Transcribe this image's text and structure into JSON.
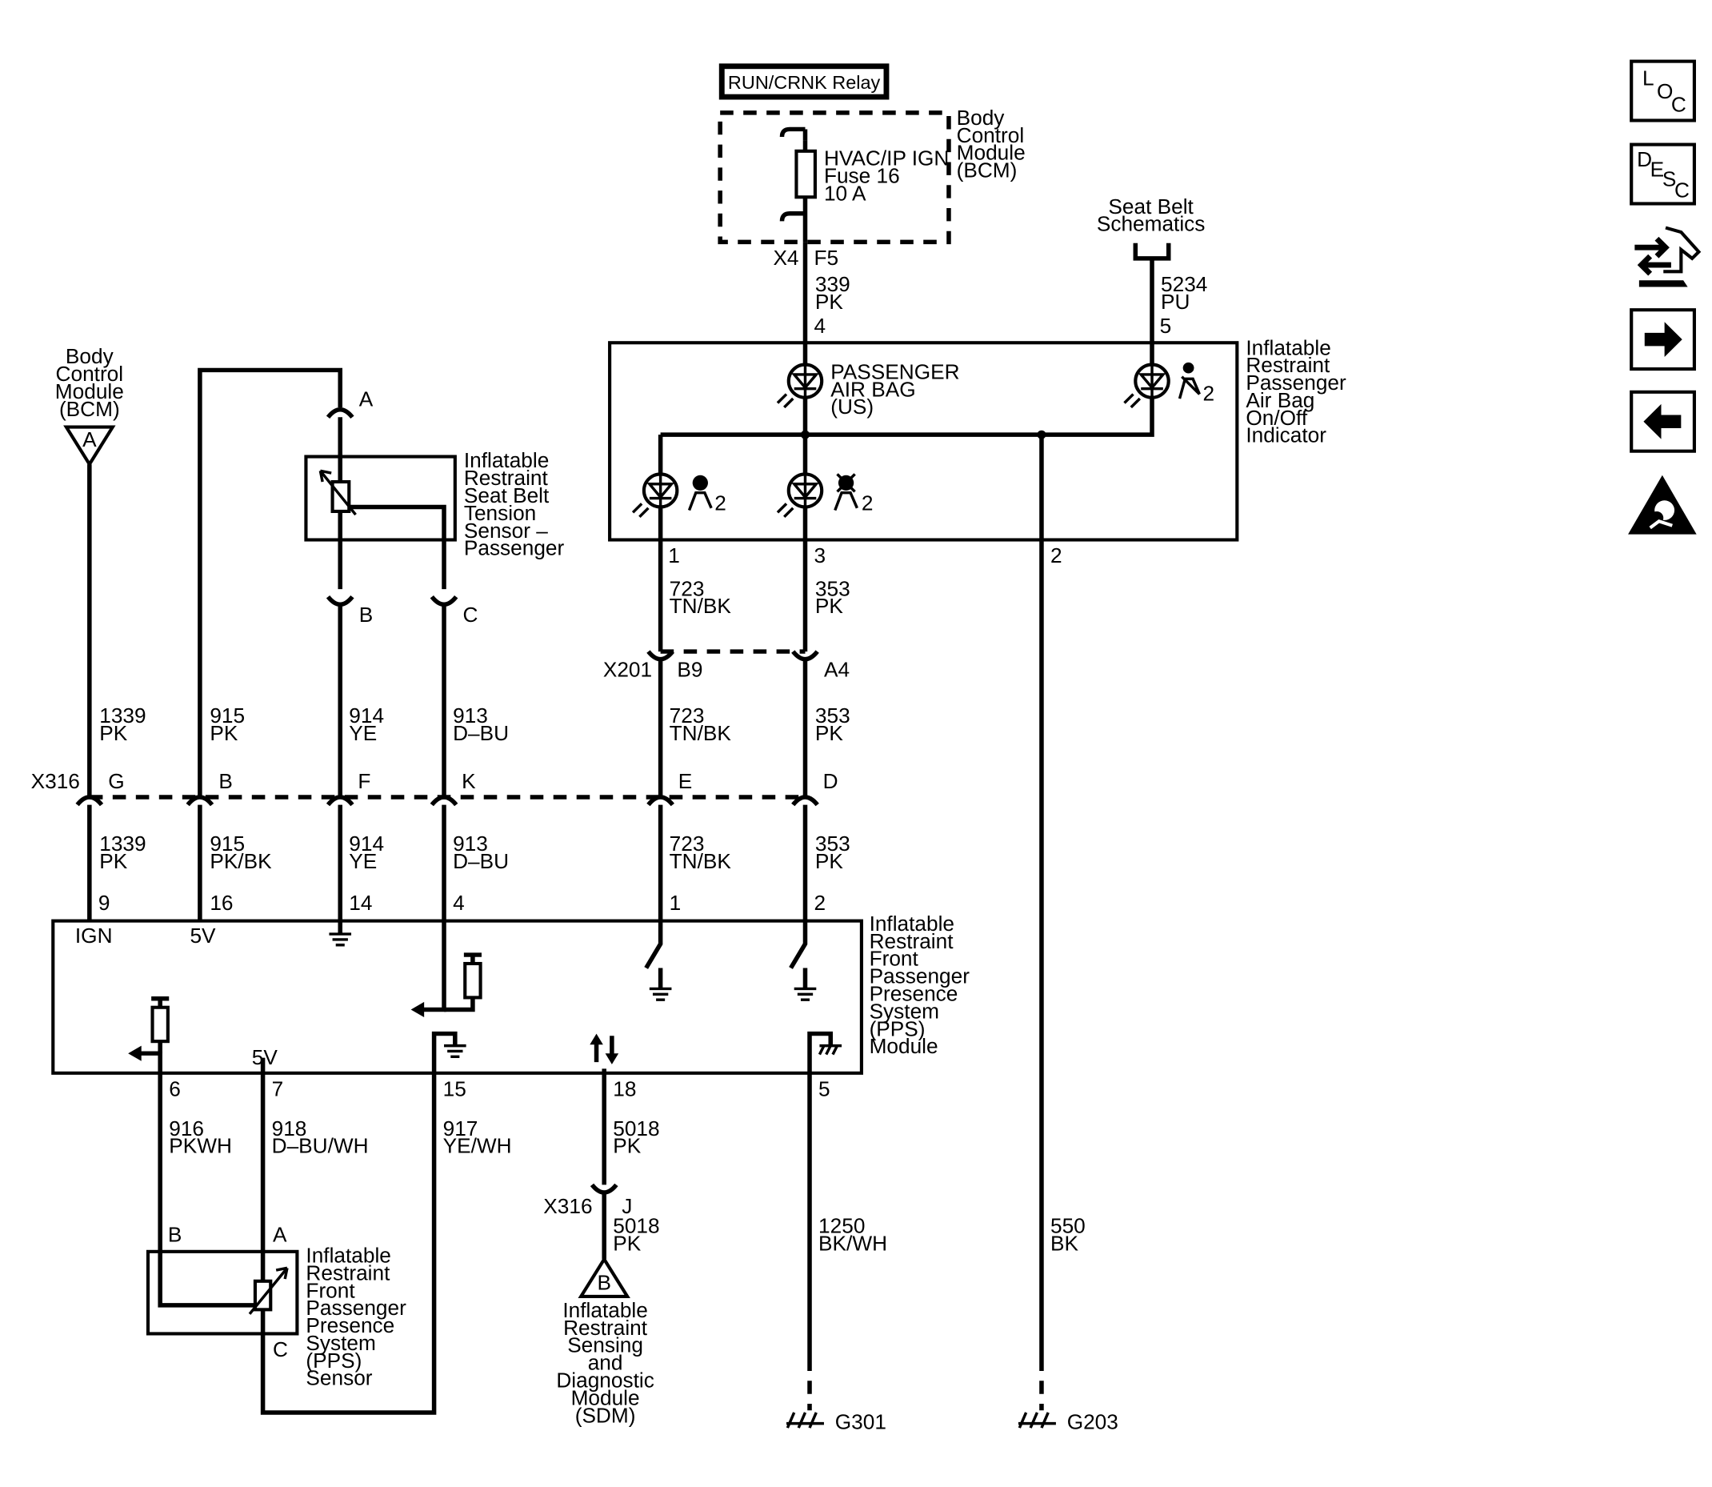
{
  "relay": {
    "label": "RUN/CRNK Relay"
  },
  "bcm_top": {
    "name": [
      "Body",
      "Control",
      "Module",
      "(BCM)"
    ],
    "fuse": [
      "HVAC/IP IGN",
      "Fuse 16",
      "10 A"
    ],
    "connector": "X4",
    "pin": "F5"
  },
  "wires": {
    "w339": [
      "339",
      "PK"
    ],
    "w5234": [
      "5234",
      "PU"
    ],
    "w723a": [
      "723",
      "TN/BK"
    ],
    "w353a": [
      "353",
      "PK"
    ],
    "w723b": [
      "723",
      "TN/BK"
    ],
    "w353b": [
      "353",
      "PK"
    ],
    "w723c": [
      "723",
      "TN/BK"
    ],
    "w353c": [
      "353",
      "PK"
    ],
    "w1339a": [
      "1339",
      "PK"
    ],
    "w915a": [
      "915",
      "PK"
    ],
    "w914a": [
      "914",
      "YE"
    ],
    "w913a": [
      "913",
      "D–BU"
    ],
    "w1339b": [
      "1339",
      "PK"
    ],
    "w915b": [
      "915",
      "PK/BK"
    ],
    "w914b": [
      "914",
      "YE"
    ],
    "w913b": [
      "913",
      "D–BU"
    ],
    "w916": [
      "916",
      "PKWH"
    ],
    "w918": [
      "918",
      "D–BU/WH"
    ],
    "w917": [
      "917",
      "YE/WH"
    ],
    "w5018a": [
      "5018",
      "PK"
    ],
    "w5018b": [
      "5018",
      "PK"
    ],
    "w1250": [
      "1250",
      "BK/WH"
    ],
    "w550": [
      "550",
      "BK"
    ]
  },
  "seatbelt_ref": [
    "Seat Belt",
    "Schematics"
  ],
  "indicator": {
    "name": [
      "Inflatable",
      "Restraint",
      "Passenger",
      "Air Bag",
      "On/Off",
      "Indicator"
    ],
    "lamp_label": [
      "PASSENGER",
      "AIR BAG",
      "(US)"
    ],
    "pins": {
      "p4": "4",
      "p5": "5",
      "p1": "1",
      "p3": "3",
      "p2": "2"
    },
    "sub2": "2"
  },
  "bcm_left": {
    "name": [
      "Body",
      "Control",
      "Module",
      "(BCM)"
    ],
    "ref": "A"
  },
  "tension_sensor": {
    "name": [
      "Inflatable",
      "Restraint",
      "Seat Belt",
      "Tension",
      "Sensor –",
      "Passenger"
    ],
    "pins": {
      "A": "A",
      "B": "B",
      "C": "C"
    }
  },
  "x201": {
    "label": "X201",
    "pinB9": "B9",
    "pinA4": "A4"
  },
  "x316": {
    "label": "X316",
    "pins": {
      "G": "G",
      "B": "B",
      "F": "F",
      "K": "K",
      "E": "E",
      "D": "D"
    }
  },
  "pps_module": {
    "name": [
      "Inflatable",
      "Restraint",
      "Front",
      "Passenger",
      "Presence",
      "System",
      "(PPS)",
      "Module"
    ],
    "top_pins": {
      "p9": "9",
      "p16": "16",
      "p14": "14",
      "p4": "4",
      "p1": "1",
      "p2": "2"
    },
    "bottom_pins": {
      "p6": "6",
      "p7": "7",
      "p15": "15",
      "p18": "18",
      "p5": "5"
    },
    "ign": "IGN",
    "v5_top": "5V",
    "v5_bottom": "5V"
  },
  "pps_sensor": {
    "name": [
      "Inflatable",
      "Restraint",
      "Front",
      "Passenger",
      "Presence",
      "System",
      "(PPS)",
      "Sensor"
    ],
    "pins": {
      "A": "A",
      "B": "B",
      "C": "C"
    }
  },
  "x316_lower": {
    "label": "X316",
    "pin": "J"
  },
  "sdm": {
    "ref": "B",
    "name": [
      "Inflatable",
      "Restraint",
      "Sensing",
      "and",
      "Diagnostic",
      "Module",
      "(SDM)"
    ]
  },
  "grounds": {
    "g301": "G301",
    "g203": "G203"
  },
  "nav": {
    "loc": [
      "L",
      "O",
      "C"
    ],
    "desc": [
      "D",
      "E",
      "S",
      "C"
    ]
  }
}
